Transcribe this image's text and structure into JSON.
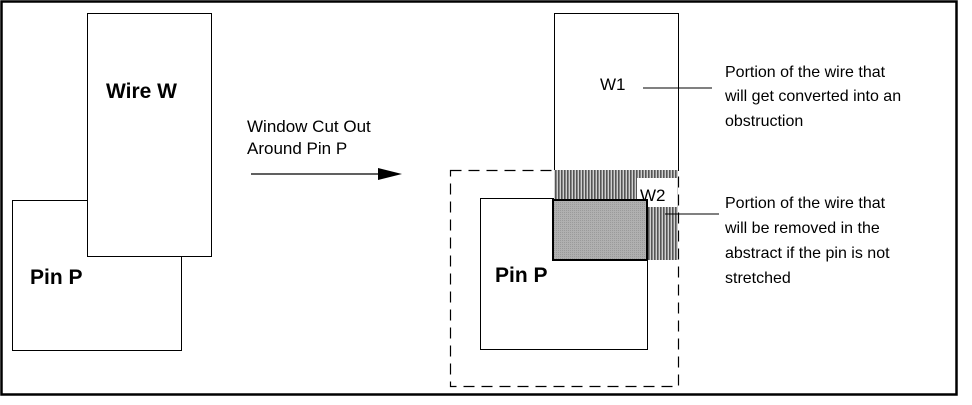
{
  "diagram": {
    "left": {
      "wire_label": "Wire W",
      "pin_label": "Pin P"
    },
    "arrow": {
      "label_lines": [
        "Window Cut Out",
        "Around Pin P"
      ]
    },
    "right": {
      "pin_label": "Pin P",
      "w1_label": "W1",
      "w2_label": "W2"
    },
    "annotations": {
      "w1_note_lines": [
        "Portion of the wire that",
        "will get converted into an",
        "obstruction"
      ],
      "w2_note_lines": [
        "Portion of the wire that",
        "will be removed in the",
        "abstract if the pin is not",
        "stretched"
      ]
    },
    "colors": {
      "stroke": "#000000",
      "overlap_fill": "#a8a8a8",
      "hatch_fill": "#8a8a8a",
      "background": "#ffffff"
    }
  }
}
